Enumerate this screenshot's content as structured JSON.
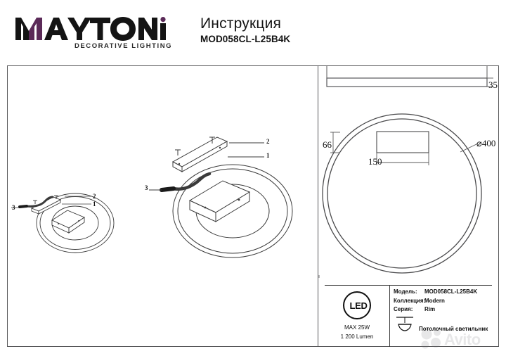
{
  "header": {
    "brand_name": "MAYTONI",
    "brand_tagline": "DECORATIVE LIGHTING",
    "brand_accent_color": "#5b2a58",
    "doc_title": "Инструкция",
    "doc_model": "MOD058CL-L25B4K"
  },
  "drawings": {
    "side_view": {
      "name": "side-view",
      "dimension_label": "35"
    },
    "front_view": {
      "name": "front-view",
      "diameter_label": "⌀400",
      "bracket_width_label": "150",
      "bracket_offset_label": "66"
    },
    "exploded_left": {
      "name": "exploded-view-small",
      "callouts": [
        "1",
        "2",
        "3"
      ]
    },
    "exploded_main": {
      "name": "exploded-view-main",
      "callouts": [
        "1",
        "2",
        "3"
      ]
    }
  },
  "info_box": {
    "led": {
      "badge_text": "LED",
      "max_power": "MAX 25W",
      "lumen": "1 200 Lumen"
    },
    "specs": [
      {
        "key": "Модель:",
        "value": "MOD058CL-L25B4K"
      },
      {
        "key": "Коллекция:",
        "value": "Modern"
      },
      {
        "key": "Серия:",
        "value": "Rim"
      }
    ],
    "type_icon": "ceiling-lamp-icon",
    "type_label": "Потолочный светильник"
  },
  "watermark": {
    "text": "Avito"
  }
}
